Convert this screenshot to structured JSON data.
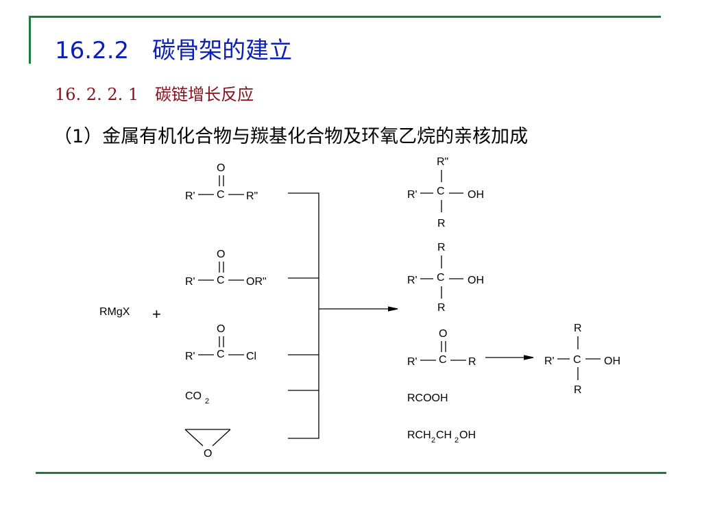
{
  "colors": {
    "frame_green": "#1c7a3c",
    "title_blue": "#0a20b8",
    "subtitle_red": "#8b0f1a"
  },
  "slide": {
    "title": "16.2.2　碳骨架的建立",
    "subtitle": "16. 2. 2. 1　碳链增长反应",
    "heading": "（1）金属有机化合物与羰基化合物及环氧乙烷的亲核加成"
  },
  "scheme": {
    "reagent": "RMgX",
    "plus": "+",
    "ketone": {
      "O": "O",
      "C": "C",
      "left": "R'",
      "right": "R\""
    },
    "ester": {
      "O": "O",
      "C": "C",
      "left": "R'",
      "right": "OR\""
    },
    "acyl_chloride": {
      "O": "O",
      "C": "C",
      "left": "R'",
      "right": "Cl"
    },
    "co2": {
      "main": "CO",
      "sub": "2"
    },
    "epoxide": {
      "O": "O"
    },
    "product1": {
      "top": "R\"",
      "C": "C",
      "left": "R'",
      "right": "OH",
      "bottom": "R"
    },
    "product2": {
      "top": "R",
      "C": "C",
      "left": "R'",
      "right": "OH",
      "bottom": "R"
    },
    "product3_ketone": {
      "O": "O",
      "C": "C",
      "left": "R'",
      "right": "R"
    },
    "product3_alcohol": {
      "top": "R",
      "C": "C",
      "left": "R'",
      "right": "OH",
      "bottom": "R"
    },
    "product4": "RCOOH",
    "product5": {
      "p1": "RCH",
      "s1": "2",
      "p2": "CH",
      "s2": "2",
      "p3": "OH"
    }
  }
}
